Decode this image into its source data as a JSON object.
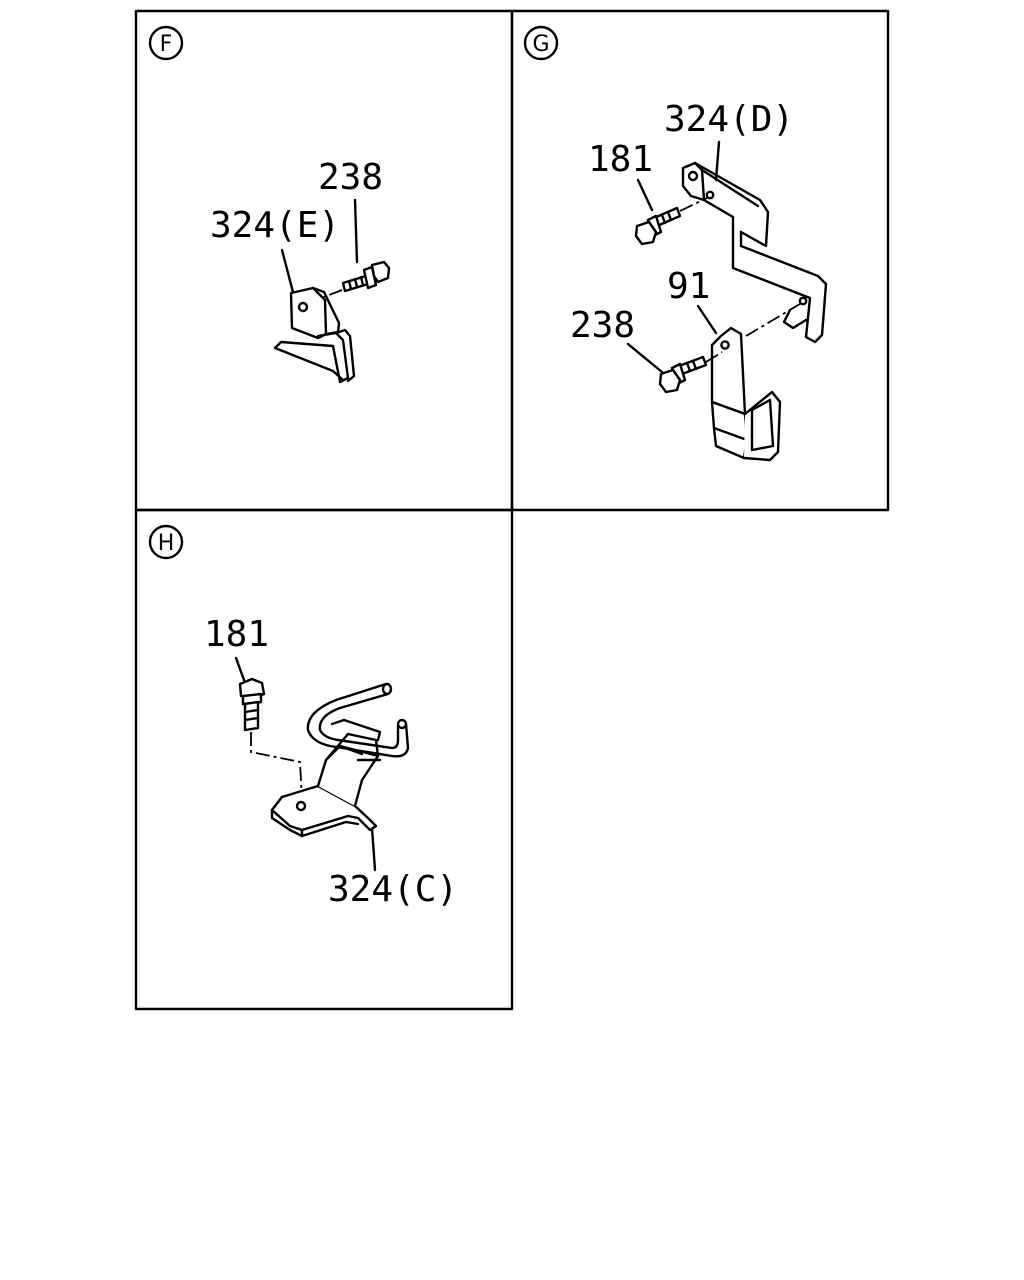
{
  "panels": [
    {
      "letter": "F",
      "labels": {
        "bolt": "238",
        "bracket": "324(E)"
      }
    },
    {
      "letter": "G",
      "labels": {
        "bracket": "324(D)",
        "bolt_top": "181",
        "bracket_small": "91",
        "bolt_bottom": "238"
      }
    },
    {
      "letter": "H",
      "labels": {
        "bolt": "181",
        "bracket": "324(C)"
      }
    }
  ]
}
